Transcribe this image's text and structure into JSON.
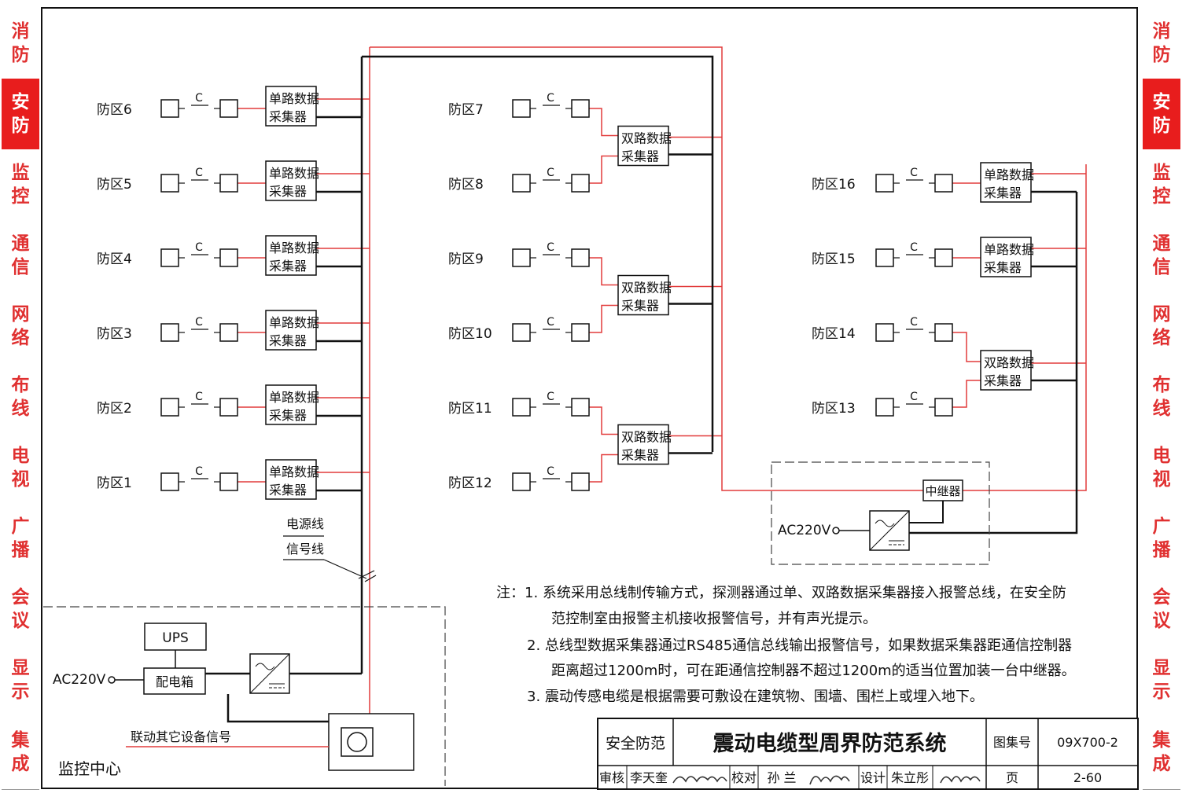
{
  "side_tabs": [
    "消防",
    "安防",
    "监控",
    "通信",
    "网络",
    "布线",
    "电视",
    "广播",
    "会议",
    "显示",
    "集成"
  ],
  "active_tab": "安防",
  "zones_left": [
    "防区6",
    "防区5",
    "防区4",
    "防区3",
    "防区2",
    "防区1"
  ],
  "zones_mid": [
    "防区7",
    "防区8",
    "防区9",
    "防区10",
    "防区11",
    "防区12"
  ],
  "zones_right": [
    "防区16",
    "防区15",
    "防区14",
    "防区13"
  ],
  "detector_label": "C",
  "single_collector": [
    "单路数据",
    "采集器"
  ],
  "dual_collector": [
    "双路数据",
    "采集器"
  ],
  "repeater": "中继器",
  "ac_label": "AC220V",
  "ups": "UPS",
  "distribution_box": "配电箱",
  "legend_power": "电源线",
  "legend_signal": "信号线",
  "link_signal": "联动其它设备信号",
  "monitor_center": "监控中心",
  "notes": [
    "注：1.  系统采用总线制传输方式，探测器通过单、双路数据采集器接入报警总线，在安全防",
    "范控制室由报警主机接收报警信号，并有声光提示。",
    "2.  总线型数据采集器通过RS485通信总线输出报警信号，如果数据采集器距通信控制器",
    "距离超过1200m时，可在距通信控制器不超过1200m的适当位置加装一台中继器。",
    "3.  震动传感电缆是根据需要可敷设在建筑物、围墙、围栏上或埋入地下。"
  ],
  "title_block": {
    "category": "安全防范",
    "title": "震动电缆型周界防范系统",
    "atlas_label": "图集号",
    "atlas_no": "09X700-2",
    "review_label": "审核",
    "reviewer": "李天奎",
    "check_label": "校对",
    "checker": "孙 兰",
    "design_label": "设计",
    "designer": "朱立彤",
    "page_label": "页",
    "page_no": "2-60"
  },
  "colors": {
    "signal": "#e23b3b",
    "power": "#111111",
    "tab_active": "#e81d1d",
    "tab_text": "#e03030"
  }
}
